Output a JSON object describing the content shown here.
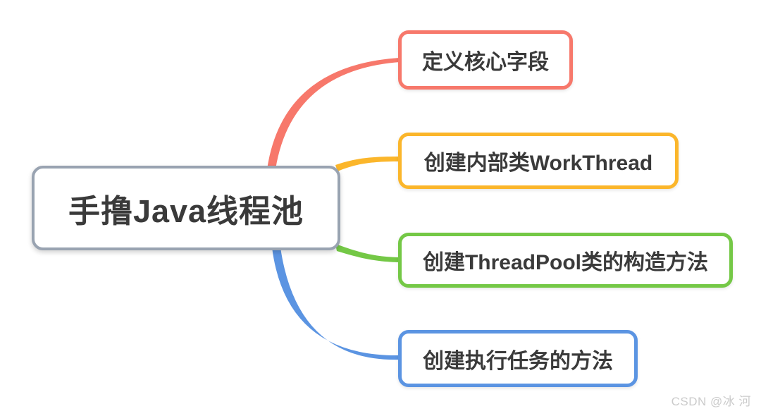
{
  "diagram": {
    "type": "mindmap",
    "background": "#FFFFFF",
    "node_fill": "#FFFFFF",
    "text_color": "#3A3A3A",
    "root": {
      "label": "手撸Java线程池",
      "border_color": "#99A3B1"
    },
    "branches": [
      {
        "label": "定义核心字段",
        "color": "#F7786B"
      },
      {
        "label": "创建内部类WorkThread",
        "color": "#FBB62B"
      },
      {
        "label": "创建ThreadPool类的构造方法",
        "color": "#74C846"
      },
      {
        "label": "创建执行任务的方法",
        "color": "#5B94E2"
      }
    ]
  },
  "watermark": {
    "text": "CSDN @冰 河",
    "color": "#CBCBCB"
  }
}
